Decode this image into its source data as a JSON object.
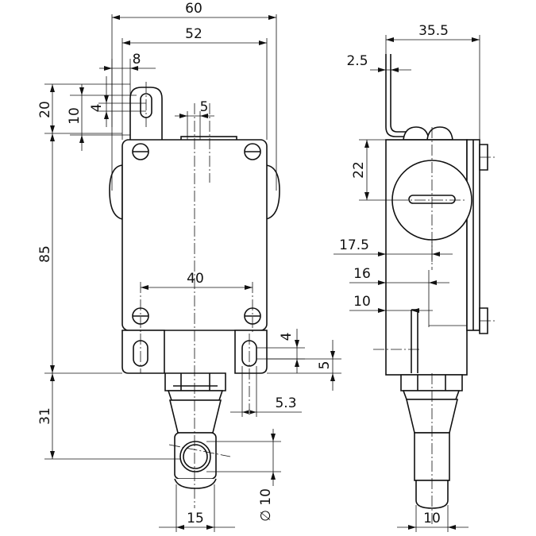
{
  "dimensions": {
    "front_overall_width": "60",
    "front_body_width": "52",
    "front_lever_offset": "8",
    "front_lever_height": "20",
    "front_slot_depth": "4",
    "front_lever_slot": "10",
    "front_center_offset": "5",
    "front_body_height": "85",
    "front_mount_spacing": "40",
    "front_foot_slot": "4",
    "front_foot_height": "5",
    "front_foot_width": "5.3",
    "front_actuator_length": "31",
    "front_roller_width": "15",
    "front_roller_diameter": "∅ 10",
    "side_overall_depth": "35.5",
    "side_lever_thickness": "2.5",
    "side_cap_height": "22",
    "side_offset_a": "17.5",
    "side_offset_b": "16",
    "side_offset_c": "10",
    "side_roller_width": "10"
  },
  "colors": {
    "line": "#111111",
    "background": "#ffffff"
  }
}
